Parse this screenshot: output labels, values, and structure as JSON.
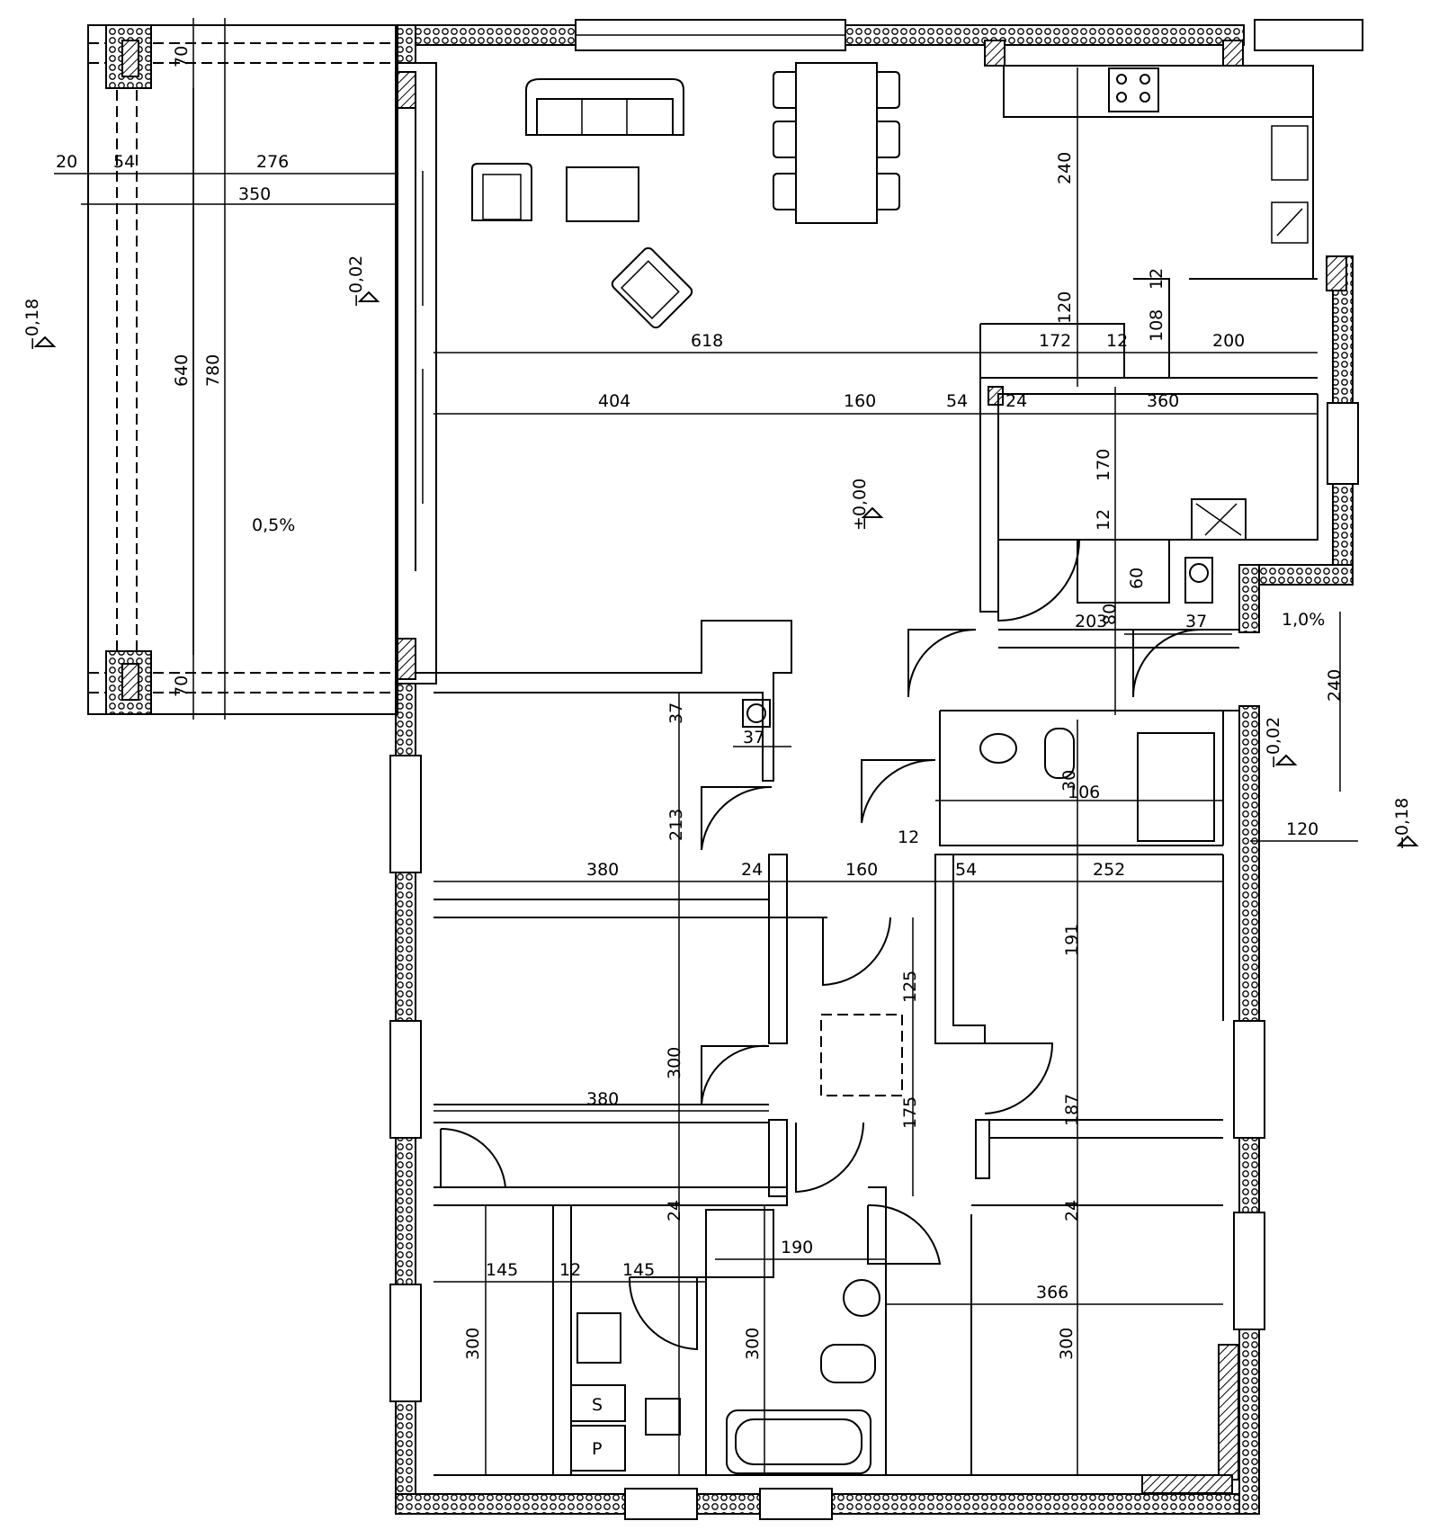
{
  "dimensions": {
    "terrace_20": "20",
    "terrace_54": "54",
    "terrace_276": "276",
    "terrace_350": "350",
    "terrace_640": "640",
    "terrace_780": "780",
    "terrace_70_top": "70",
    "terrace_70_bottom": "70",
    "living_618": "618",
    "living_404": "404",
    "living_160": "160",
    "living_54": "54",
    "living_24": "24",
    "util_360": "360",
    "util_170": "170",
    "util_12": "12",
    "util_60": "60",
    "kitchen_240": "240",
    "kitchen_120": "120",
    "kitchen_172": "172",
    "kitchen_12": "12",
    "kitchen_108": "108",
    "kitchen_12b": "12",
    "kitchen_200": "200",
    "entry_203": "203",
    "entry_80": "80",
    "entry_37": "37",
    "entry_240": "240",
    "entry_120": "120",
    "wc_106": "106",
    "wc_30": "30",
    "wc_12": "12",
    "room1_37a": "37",
    "room1_37b": "37",
    "room1_213": "213",
    "hall_380": "380",
    "hall_24": "24",
    "hall_160": "160",
    "hall_54": "54",
    "hall_252": "252",
    "room2_300": "300",
    "room2_380": "380",
    "hall_125": "125",
    "hall_175": "175",
    "room3_191": "191",
    "room3_187": "187",
    "lower_24a": "24",
    "lower_24b": "24",
    "lower_190": "190",
    "lower_145a": "145",
    "lower_12": "12",
    "lower_145b": "145",
    "lower_300a": "300",
    "lower_300b": "300",
    "lower_300c": "300",
    "lower_366": "366"
  },
  "levels": {
    "terrace_outer": "−0,18",
    "terrace_inner": "−0,02",
    "interior": "±0,00",
    "entry_step": "−0,02",
    "exterior_right": "−0,18"
  },
  "slopes": {
    "terrace_slope": "0,5%",
    "entry_slope": "1,0%"
  },
  "labels": {
    "pantry_s": "S",
    "pantry_p": "P"
  }
}
